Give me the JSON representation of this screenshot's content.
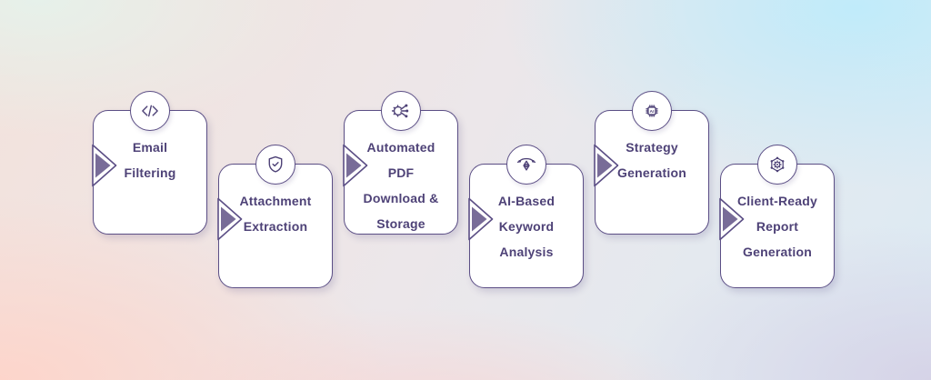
{
  "diagram": {
    "type": "process-flow",
    "palette": {
      "card_border": "#5b4e85",
      "card_bg": "#ffffff",
      "text": "#4e4277",
      "arrow_fill": "#786c98",
      "bg_top_left": "#e6f1ea",
      "bg_top_right": "#c0ebfa",
      "bg_bottom_left": "#fdd5cb",
      "bg_bottom_right": "#d6d3e7"
    }
  },
  "steps": [
    {
      "icon": "code-icon",
      "lines": [
        "Email",
        "Filtering"
      ]
    },
    {
      "icon": "shield-check-icon",
      "lines": [
        "Attachment",
        "Extraction"
      ]
    },
    {
      "icon": "gear-share-icon",
      "lines": [
        "Automated",
        "PDF",
        "Download &",
        "Storage"
      ]
    },
    {
      "icon": "pen-tool-icon",
      "lines": [
        "AI-Based",
        "Keyword",
        "Analysis"
      ]
    },
    {
      "icon": "ai-chip-icon",
      "lines": [
        "Strategy",
        "Generation"
      ]
    },
    {
      "icon": "gear-network-icon",
      "lines": [
        "Client-Ready",
        "Report",
        "Generation"
      ]
    }
  ]
}
